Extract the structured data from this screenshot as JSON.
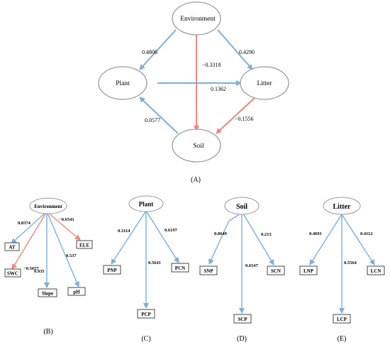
{
  "colors": {
    "positive": "#7aaee0",
    "negative": "#f0877a",
    "node_outline": "#9a9a9a",
    "box_outline": "#333333"
  },
  "panel_a": {
    "label": "(A)",
    "nodes": {
      "environment": "Environment",
      "plant": "Plant",
      "litter": "Litter",
      "soil": "Soil"
    },
    "paths": {
      "env_plant": "0.4806",
      "env_litter": "0.4290",
      "env_soil": "−0.3318",
      "plant_litter": "0.1362",
      "litter_soil": "−0.1556",
      "soil_plant": "0.0577"
    }
  },
  "panel_b": {
    "label": "(B)",
    "root": "Environment",
    "items": [
      "AT",
      "SWC",
      "Slope",
      "pH",
      "ELE"
    ],
    "values": [
      "0.8374",
      "−0.5657",
      "0.935",
      "0.537",
      "−0.6541"
    ]
  },
  "panel_c": {
    "label": "(C)",
    "root": "Plant",
    "items": [
      "PNP",
      "PCP",
      "PCN"
    ],
    "values": [
      "0.3114",
      "0.5641",
      "0.6197"
    ]
  },
  "panel_d": {
    "label": "(D)",
    "root": "Soil",
    "items": [
      "SNP",
      "SCP",
      "SCN"
    ],
    "values": [
      "0.8649",
      "0.6547",
      "0.213"
    ]
  },
  "panel_e": {
    "label": "(E)",
    "root": "Litter",
    "items": [
      "LNP",
      "LCP",
      "LCN"
    ],
    "values": [
      "0.4691",
      "0.5564",
      "0.4112"
    ]
  }
}
